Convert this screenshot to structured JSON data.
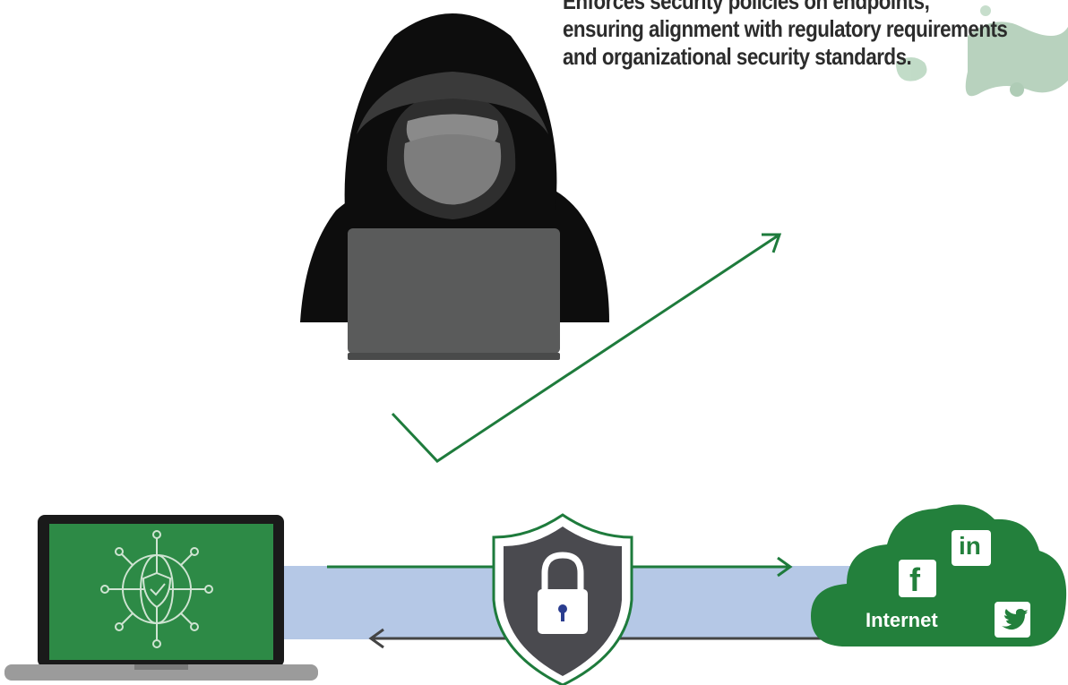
{
  "caption": {
    "line1": "Enforces security policies on endpoints,",
    "line2": "ensuring alignment with regulatory requirements",
    "line3": "and organizational security standards."
  },
  "cloud": {
    "label": "Internet",
    "social_icons": [
      "linkedin-icon",
      "facebook-icon",
      "twitter-icon"
    ],
    "linkedin_text": "in",
    "facebook_text": "f"
  },
  "colors": {
    "green": "#1e7b3c",
    "cloud_green": "#23803c",
    "dark": "#0d0d0d",
    "hood_gray": "#3a3a3a",
    "face_gray": "#8a8a8a",
    "band_blue": "#b5c8e6",
    "shield_dark": "#4a4a4f"
  }
}
